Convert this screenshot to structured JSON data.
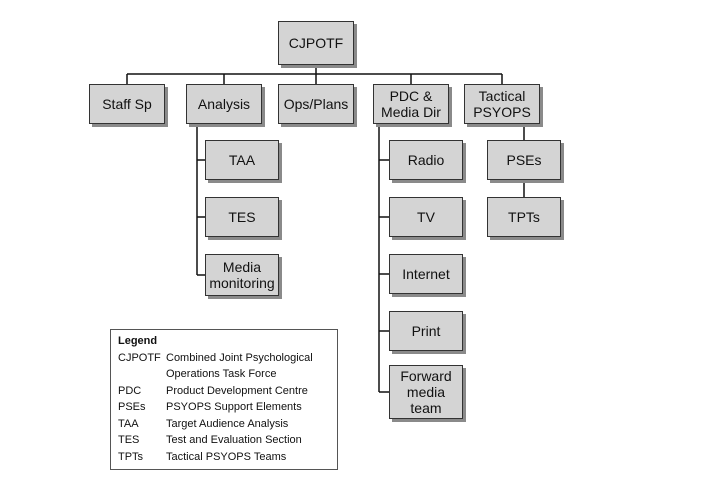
{
  "nodes": [
    {
      "id": "cjpotf",
      "label": "CJPOTF"
    },
    {
      "id": "staff",
      "label": "Staff Sp"
    },
    {
      "id": "analysis",
      "label": "Analysis"
    },
    {
      "id": "opsplans",
      "label": "Ops/Plans"
    },
    {
      "id": "pdc",
      "label": "PDC &\nMedia Dir"
    },
    {
      "id": "tactical",
      "label": "Tactical\nPSYOPS"
    },
    {
      "id": "taa",
      "label": "TAA"
    },
    {
      "id": "tes",
      "label": "TES"
    },
    {
      "id": "mediamon",
      "label": "Media\nmonitoring"
    },
    {
      "id": "radio",
      "label": "Radio"
    },
    {
      "id": "tv",
      "label": "TV"
    },
    {
      "id": "internet",
      "label": "Internet"
    },
    {
      "id": "print",
      "label": "Print"
    },
    {
      "id": "forward",
      "label": "Forward\nmedia\nteam"
    },
    {
      "id": "pses",
      "label": "PSEs"
    },
    {
      "id": "tpts",
      "label": "TPTs"
    }
  ],
  "legend": {
    "title": "Legend",
    "entries": [
      {
        "abbr": "CJPOTF",
        "definition": "Combined Joint Psychological"
      },
      {
        "abbr": "",
        "definition": "Operations Task Force"
      },
      {
        "abbr": "PDC",
        "definition": "Product Development Centre"
      },
      {
        "abbr": "PSEs",
        "definition": "PSYOPS Support Elements"
      },
      {
        "abbr": "TAA",
        "definition": "Target Audience Analysis"
      },
      {
        "abbr": "TES",
        "definition": "Test and Evaluation Section"
      },
      {
        "abbr": "TPTs",
        "definition": "Tactical PSYOPS Teams"
      }
    ]
  },
  "colors": {
    "box_fill": "#d4d4d4",
    "box_border": "#333333",
    "shadow": "#8a8a8a",
    "line": "#111111"
  }
}
